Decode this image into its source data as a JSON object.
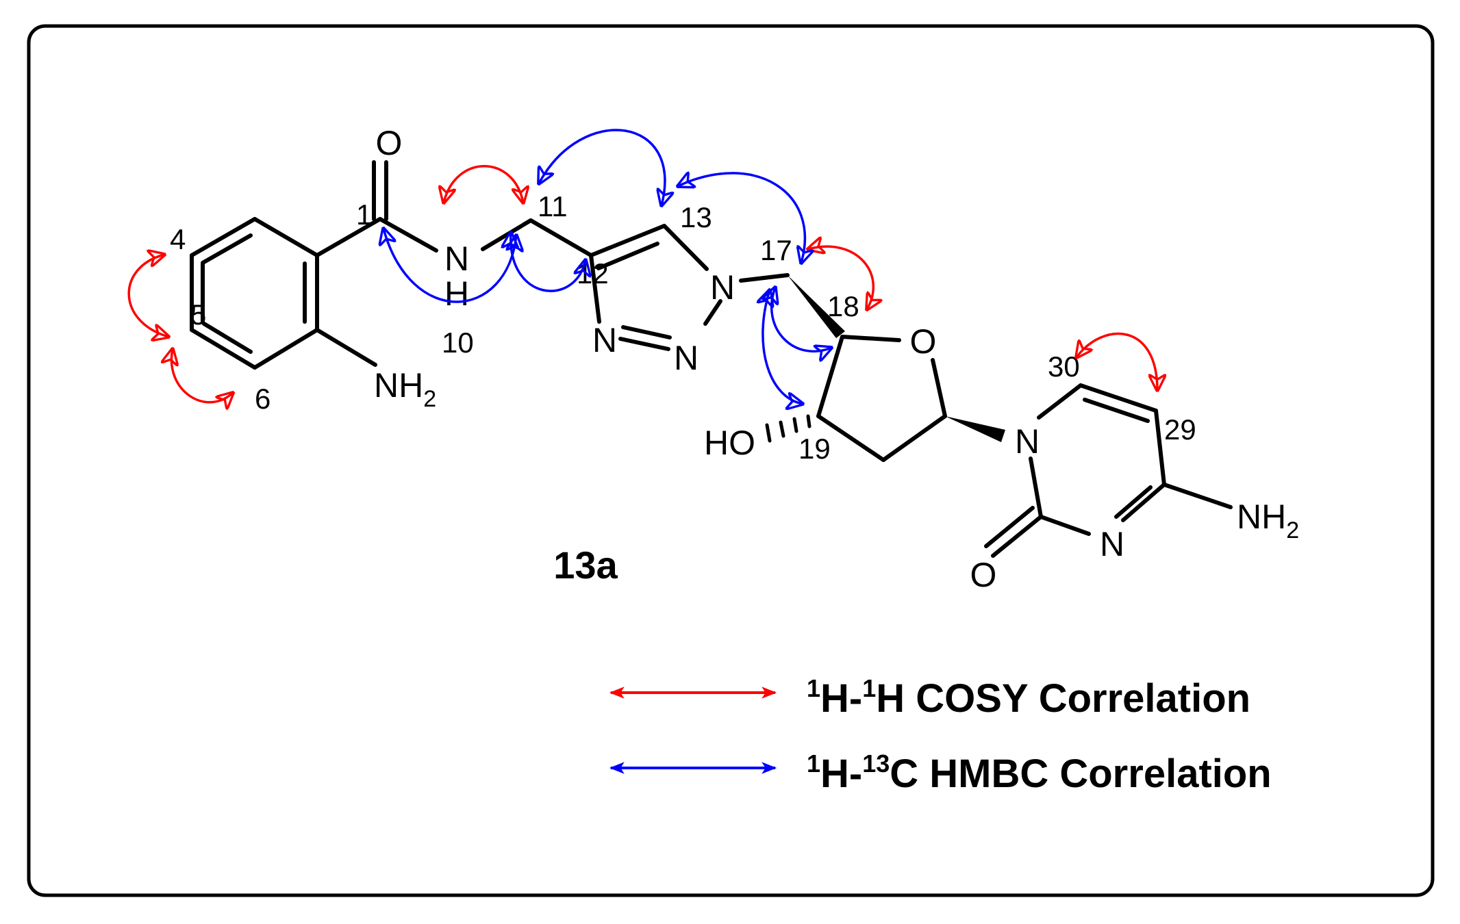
{
  "colors": {
    "cosy": "#ff0000",
    "hmbc": "#0000ff",
    "bond": "#000000",
    "frame": "#000000"
  },
  "compound": "13a",
  "atoms": {
    "O_carbonyl": "O",
    "N_amide": "N",
    "H_amide": "H",
    "NH2_aryl": "NH",
    "NH2_aryl_sub": "2",
    "N_tri_1": "N",
    "N_tri_2": "N",
    "N_tri_3": "N",
    "O_ring": "O",
    "HO": "HO",
    "N_pyr_1": "N",
    "N_pyr_3": "N",
    "O_pyr": "O",
    "NH2_pyr": "NH",
    "NH2_pyr_sub": "2"
  },
  "numbers": {
    "n1": "1",
    "n4": "4",
    "n5": "5",
    "n6": "6",
    "n10": "10",
    "n11": "11",
    "n12": "12",
    "n13": "13",
    "n17": "17",
    "n18": "18",
    "n19": "19",
    "n29": "29",
    "n30": "30"
  },
  "legend": {
    "cosy": {
      "sup1": "1",
      "mid": "H-",
      "sup2": "1",
      "rest": "H COSY Correlation"
    },
    "hmbc": {
      "sup1": "1",
      "mid": "H-",
      "sup2": "13",
      "rest": "C HMBC Correlation"
    }
  }
}
